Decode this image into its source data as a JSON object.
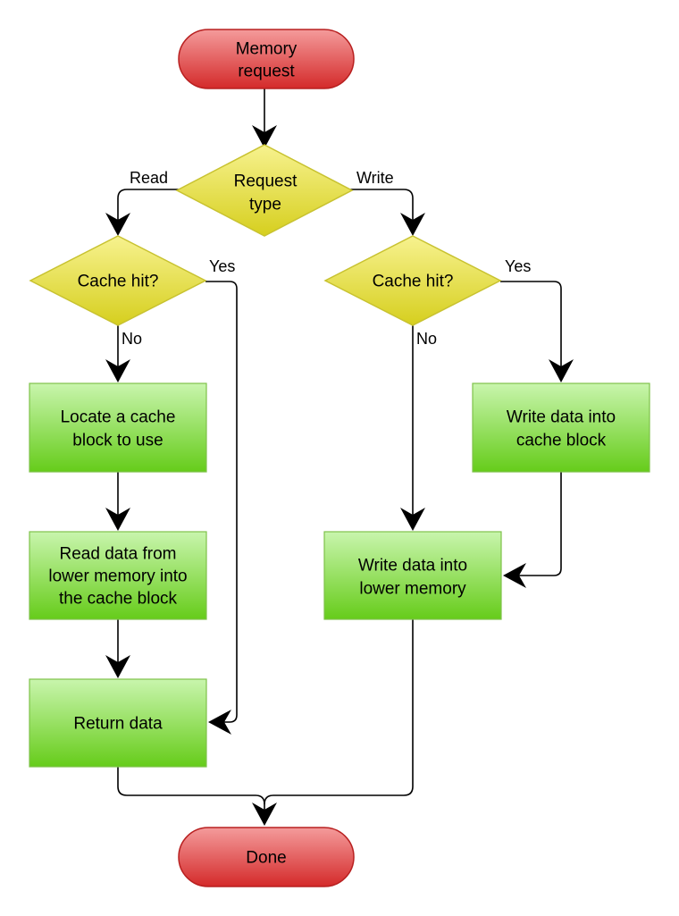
{
  "colors": {
    "terminal_fill_top": "#f49b9b",
    "terminal_fill_bottom": "#d42a2a",
    "terminal_stroke": "#b82020",
    "decision_fill_top": "#f7f28f",
    "decision_fill_bottom": "#d6cf1e",
    "decision_stroke": "#c8c230",
    "process_fill_top": "#c9f5ad",
    "process_fill_bottom": "#66cc1a",
    "process_stroke": "#7ec24a",
    "line": "#000000"
  },
  "nodes": {
    "start": {
      "line1": "Memory",
      "line2": "request"
    },
    "request_type": {
      "line1": "Request",
      "line2": "type"
    },
    "read_cache_hit": {
      "label": "Cache hit?"
    },
    "write_cache_hit": {
      "label": "Cache hit?"
    },
    "locate_block": {
      "line1": "Locate a cache",
      "line2": "block to use"
    },
    "read_from_lower": {
      "line1": "Read data from",
      "line2": "lower memory into",
      "line3": "the cache block"
    },
    "return_data": {
      "label": "Return data"
    },
    "write_cache_block": {
      "line1": "Write data into",
      "line2": "cache block"
    },
    "write_lower": {
      "line1": "Write data into",
      "line2": "lower memory"
    },
    "done": {
      "label": "Done"
    }
  },
  "edge_labels": {
    "read": "Read",
    "write": "Write",
    "read_yes": "Yes",
    "read_no": "No",
    "write_yes": "Yes",
    "write_no": "No"
  }
}
